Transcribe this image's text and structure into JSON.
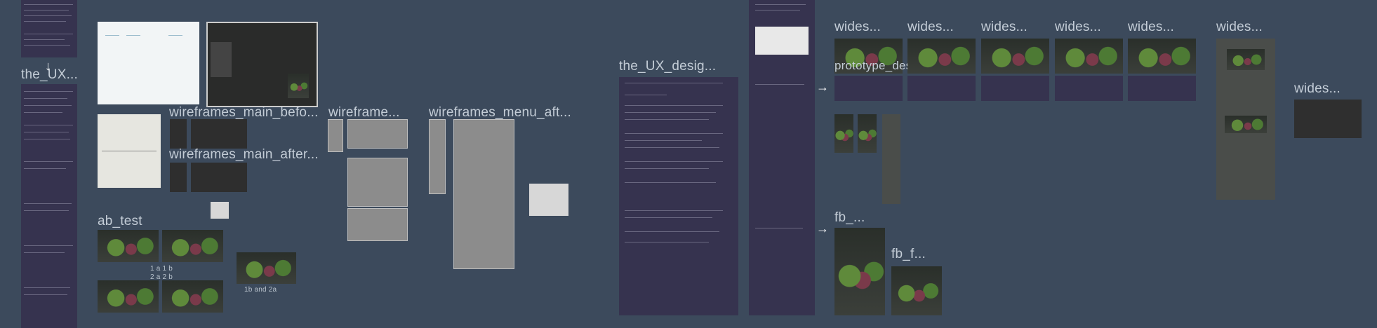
{
  "labels": {
    "the_ux": "the_UX...",
    "wf_main_before": "wireframes_main_befo...",
    "wf_main_after": "wireframes_main_after...",
    "wireframe": "wireframe...",
    "wf_menu_after": "wireframes_menu_aft...",
    "ab_test": "ab_test",
    "the_ux_design": "the_UX_desig...",
    "prototype_descriptions": "prototype_descriptions",
    "wides": "wides...",
    "fb": "fb_...",
    "fb_f": "fb_f...",
    "ab_1a": "1 a  1 b",
    "ab_2a": "2 a  2 b",
    "ab_combo": "1b and 2a"
  },
  "colors": {
    "canvas": "#3c4a5c",
    "panel": "#36334f",
    "label": "#c3ccd6"
  }
}
